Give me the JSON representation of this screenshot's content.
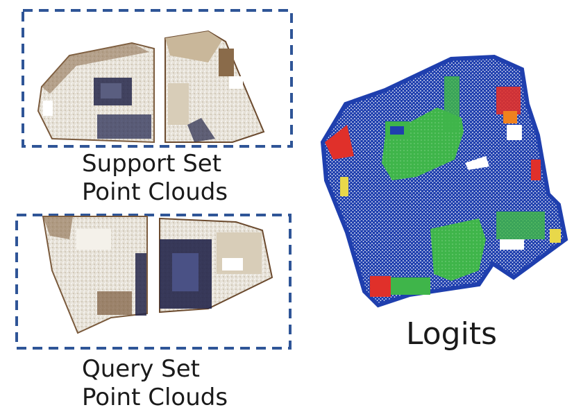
{
  "labels": {
    "support_line1": "Support Set",
    "support_line2": "Point Clouds",
    "query_line1": "Query Set",
    "query_line2": "Point Clouds",
    "logits": "Logits"
  },
  "colors": {
    "dashed_box": "#2f5597",
    "logits_blue": "#1f3fae",
    "logits_white": "#ffffff",
    "logits_green": "#3fb54a",
    "logits_red": "#e0302a",
    "logits_orange": "#f0821e",
    "logits_yellow": "#e8d84a",
    "rgb_cloud_beige": "#c9b79a",
    "rgb_cloud_navy": "#23264a",
    "rgb_cloud_brown": "#7a5a3c"
  }
}
